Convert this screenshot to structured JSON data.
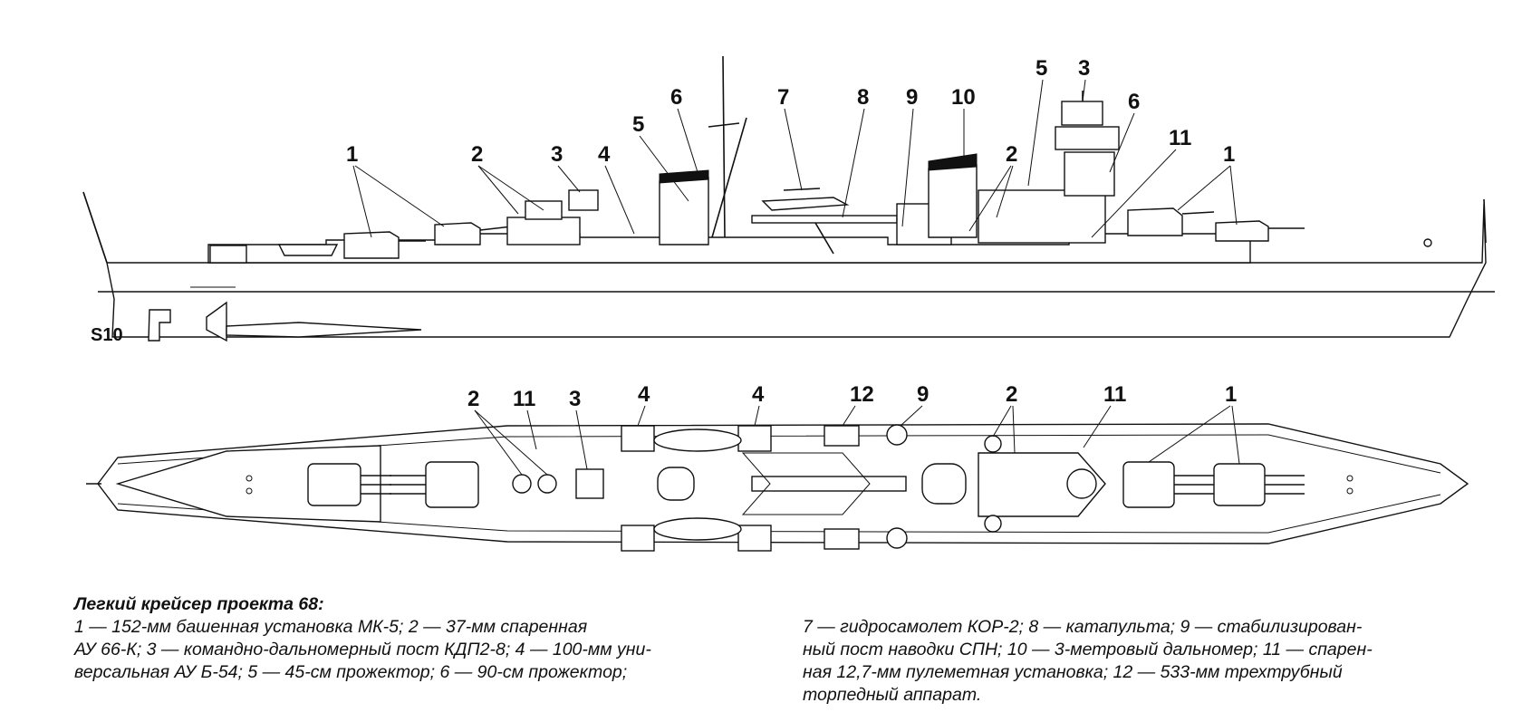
{
  "caption": {
    "title": "Легкий крейсер проекта 68:",
    "left_lines": [
      "1 — 152-мм башенная установка МК-5; 2 — 37-мм спаренная",
      "АУ 66-К; 3 — командно-дальномерный пост КДП2-8; 4 — 100-мм уни-",
      "версальная АУ Б-54; 5 — 45-см прожектор; 6 — 90-см прожектор;"
    ],
    "right_lines": [
      "7 — гидросамолет КОР-2; 8 — катапульта; 9 — стабилизирован-",
      "ный пост наводки СПН; 10 — 3-метровый дальномер; 11 — спарен-",
      "ная 12,7-мм пулеметная установка; 12 — 533-мм трехтрубный",
      "торпедный аппарат."
    ]
  },
  "side_view": {
    "scale_label": "S10",
    "callouts": [
      "1",
      "2",
      "3",
      "4",
      "5",
      "6",
      "7",
      "8",
      "9",
      "10",
      "5",
      "3",
      "6",
      "2",
      "11",
      "1"
    ]
  },
  "plan_view": {
    "callouts": [
      "2",
      "11",
      "3",
      "4",
      "4",
      "12",
      "9",
      "2",
      "11",
      "1"
    ]
  }
}
